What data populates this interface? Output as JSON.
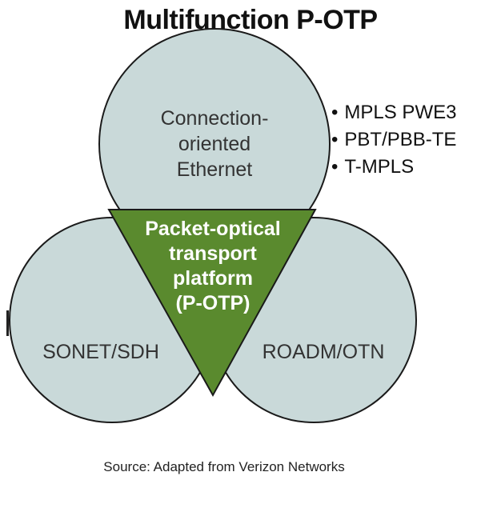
{
  "title": "Multifunction P-OTP",
  "circles": {
    "top": [
      "Connection-",
      "oriented",
      "Ethernet"
    ],
    "left": "SONET/SDH",
    "right": "ROADM/OTN"
  },
  "center": [
    "Packet-optical",
    "transport",
    "platform",
    "(P-OTP)"
  ],
  "bullets": [
    "MPLS PWE3",
    "PBT/PBB-TE",
    "T-MPLS"
  ],
  "bullet_symbol": "•",
  "source": "Source: Adapted from Verizon Networks",
  "colors": {
    "circle_fill": "#c9d9d9",
    "circle_stroke": "#1a1a1a",
    "center_fill": "#5a8a2e",
    "center_text": "#ffffff"
  }
}
